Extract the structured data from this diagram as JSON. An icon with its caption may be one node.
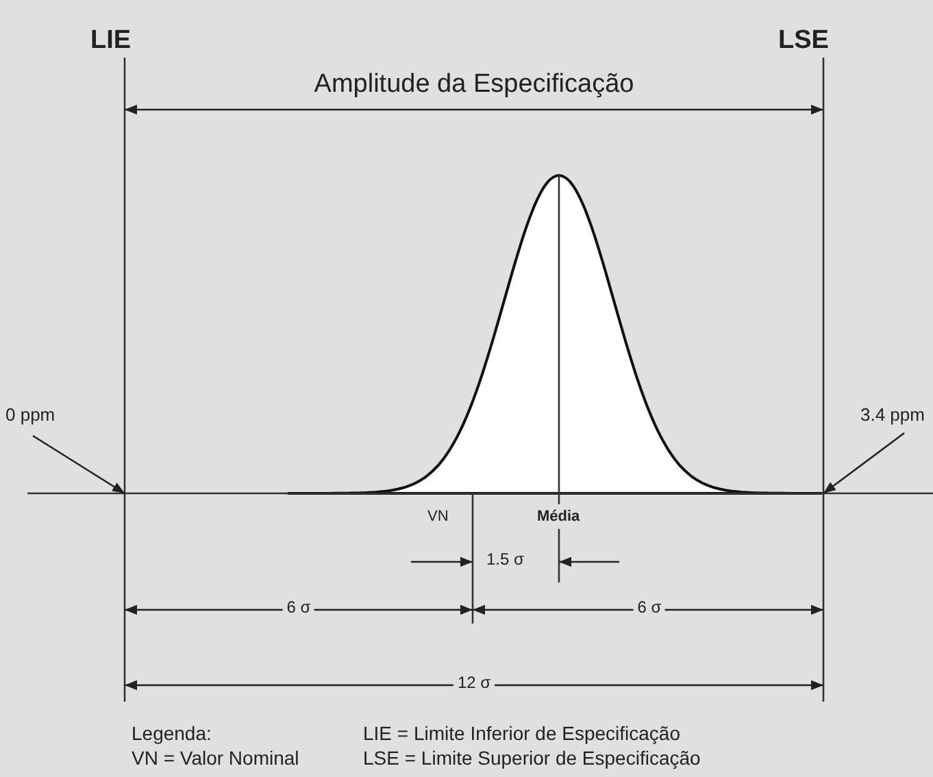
{
  "diagram": {
    "nodes": [
      {
        "text": [
          "0 ppm"
        ]
      },
      {
        "text": [
          "3.4 ppm"
        ]
      }
    ],
    "edges": [
      {
        "from": 0,
        "to": null,
        "arrow": "to"
      },
      {
        "from": 1,
        "to": null,
        "arrow": "to"
      }
    ],
    "labels": [
      "LIE",
      "Amplitude da Especificação",
      "LSE",
      "VN",
      "Média",
      "1.5 σ",
      "6 σ",
      "6 σ",
      "12 σ",
      "Legenda:",
      "LIE = Limite Inferior de Especificação",
      "VN = Valor Nominal",
      "LSE = Limite Superior de Especificação"
    ]
  }
}
